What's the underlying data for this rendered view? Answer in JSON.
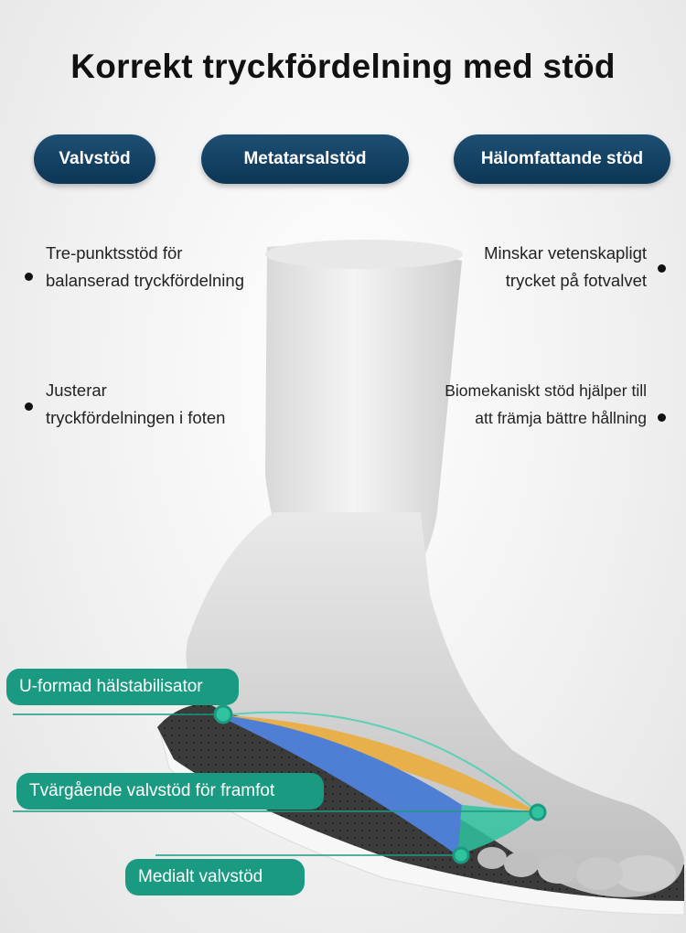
{
  "title": "Korrekt tryckfördelning med stöd",
  "header_buttons": [
    {
      "label": "Valvstöd"
    },
    {
      "label": "Metatarsalstöd"
    },
    {
      "label": "Hälomfattande stöd"
    }
  ],
  "notes_left": [
    {
      "line1": "Tre-punktsstöd för",
      "line2": "balanserad tryckfördelning"
    },
    {
      "line1": "Justerar",
      "line2": "tryckfördelningen i foten"
    }
  ],
  "notes_right": [
    {
      "line1": "Minskar vetenskapligt",
      "line2": "trycket på fotvalvet"
    },
    {
      "line1": "Biomekaniskt stöd hjälper till",
      "line2": "att främja bättre hållning"
    }
  ],
  "callouts": [
    {
      "label": "U-formad hälstabilisator"
    },
    {
      "label": "Tvärgående valvstöd för framfot"
    },
    {
      "label": "Medialt valvstöd"
    }
  ],
  "colors": {
    "pill_dark": "#0c3656",
    "callout_green": "#1b9a82",
    "arch_orange": "#e8b04a",
    "arch_blue": "#4f7fd4",
    "insole_dark": "#3a3a3a"
  }
}
